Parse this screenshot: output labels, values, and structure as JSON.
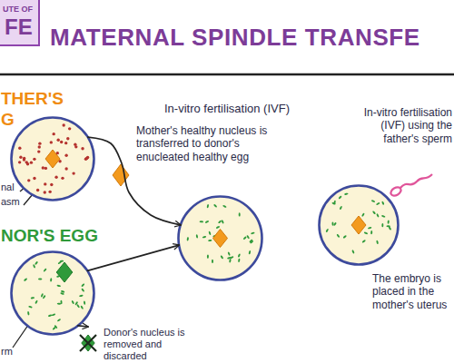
{
  "diagram": {
    "title": "MATERNAL SPINDLE TRANSFE",
    "nodes": [
      {
        "text": [
          "THER'S G"
        ]
      },
      {
        "text": [
          "Mother's healthy nucleus is transferred to donor's enucleated healthy egg"
        ]
      },
      {
        "text": [
          "In-vitro fertilisation (IVF) using the father's sperm",
          "The embryo is placed in the mother's uterus"
        ]
      },
      {
        "text": [
          "NOR'S EGG"
        ]
      },
      {
        "text": [
          "Donor's nucleus is removed and discarded"
        ]
      }
    ],
    "edges": [
      {
        "from": 0,
        "to": 1,
        "arrow": "to"
      },
      {
        "from": 3,
        "to": 1,
        "arrow": "to"
      },
      {
        "from": 3,
        "to": 4,
        "arrow": "to"
      }
    ],
    "labels": [
      "UTE OF",
      "FE",
      "In-vitro fertilisation (IVF)",
      "nal",
      "asm",
      "rm"
    ]
  }
}
